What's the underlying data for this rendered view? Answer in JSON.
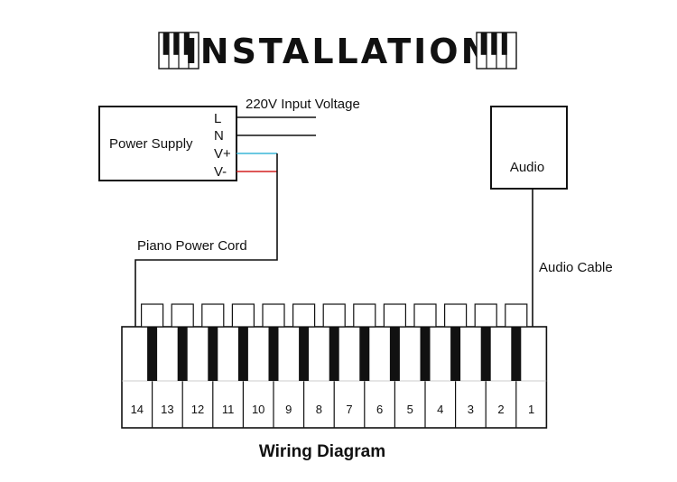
{
  "title": "INSTALLATION",
  "caption": "Wiring Diagram",
  "power_supply": {
    "label": "Power Supply",
    "pins": [
      "L",
      "N",
      "V+",
      "V-"
    ]
  },
  "input_voltage": {
    "value": "220V",
    "label": "Input Voltage"
  },
  "audio_box": {
    "label": "Audio"
  },
  "piano_cord_label": "Piano Power Cord",
  "audio_cable_label": "Audio Cable",
  "keys": [
    "14",
    "13",
    "12",
    "11",
    "10",
    "9",
    "8",
    "7",
    "6",
    "5",
    "4",
    "3",
    "2",
    "1"
  ],
  "colors": {
    "vplus_wire": "#3ab7d8",
    "vminus_wire": "#d42020",
    "line": "#111111"
  },
  "icons": [
    "piano-keys-icon",
    "piano-keys-icon"
  ]
}
